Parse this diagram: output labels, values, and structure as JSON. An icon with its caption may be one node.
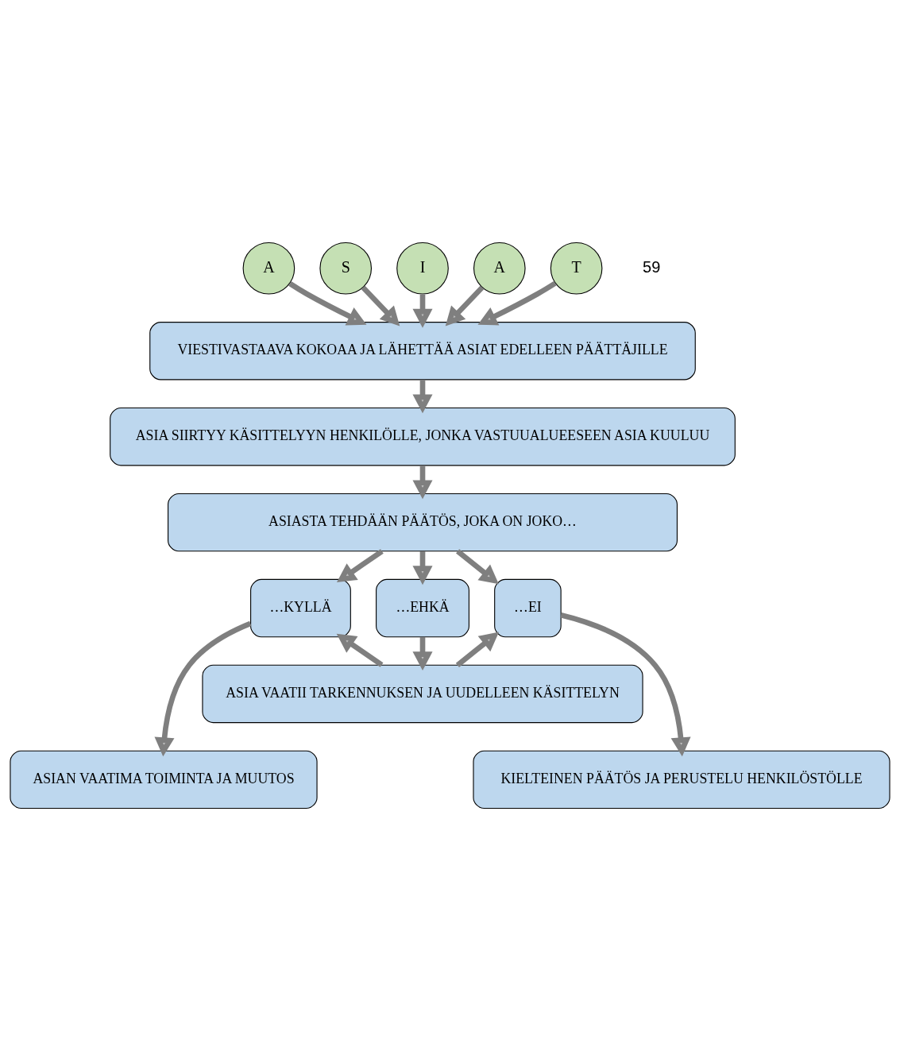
{
  "diagram": {
    "nodes": [
      {
        "text": [
          "A"
        ]
      },
      {
        "text": [
          "S"
        ]
      },
      {
        "text": [
          "I"
        ]
      },
      {
        "text": [
          "A"
        ]
      },
      {
        "text": [
          "T"
        ]
      },
      {
        "text": [
          "VIESTIVASTAAVA KOKOAA JA LÄHETTÄÄ ASIAT EDELLEEN PÄÄTTÄJILLE"
        ]
      },
      {
        "text": [
          "ASIA SIIRTYY KÄSITTELYYN HENKILÖLLE, JONKA VASTUUALUEESEEN ASIA KUULUU"
        ]
      },
      {
        "text": [
          "ASIASTA TEHDÄÄN PÄÄTÖS, JOKA ON JOKO…"
        ]
      },
      {
        "text": [
          "…KYLLÄ"
        ]
      },
      {
        "text": [
          "…EHKÄ"
        ]
      },
      {
        "text": [
          "…EI"
        ]
      },
      {
        "text": [
          "ASIA VAATII TARKENNUKSEN JA UUDELLEEN KÄSITTELYN"
        ]
      },
      {
        "text": [
          "ASIAN VAATIMA TOIMINTA JA MUUTOS"
        ]
      },
      {
        "text": [
          "KIELTEINEN PÄÄTÖS JA PERUSTELU HENKILÖSTÖLLE"
        ]
      }
    ],
    "edges": [
      {
        "from": 0,
        "to": 5,
        "arrow": "to"
      },
      {
        "from": 1,
        "to": 5,
        "arrow": "to"
      },
      {
        "from": 2,
        "to": 5,
        "arrow": "to"
      },
      {
        "from": 3,
        "to": 5,
        "arrow": "to"
      },
      {
        "from": 4,
        "to": 5,
        "arrow": "to"
      },
      {
        "from": 5,
        "to": 6,
        "arrow": "to"
      },
      {
        "from": 6,
        "to": 7,
        "arrow": "to"
      },
      {
        "from": 7,
        "to": 8,
        "arrow": "to"
      },
      {
        "from": 7,
        "to": 9,
        "arrow": "to"
      },
      {
        "from": 7,
        "to": 10,
        "arrow": "to"
      },
      {
        "from": 9,
        "to": 11,
        "arrow": "to"
      },
      {
        "from": 11,
        "to": 8,
        "arrow": "to"
      },
      {
        "from": 11,
        "to": 10,
        "arrow": "to"
      },
      {
        "from": 8,
        "to": 12,
        "arrow": "to"
      },
      {
        "from": 10,
        "to": 13,
        "arrow": "to"
      }
    ],
    "labels": [
      "59"
    ]
  }
}
